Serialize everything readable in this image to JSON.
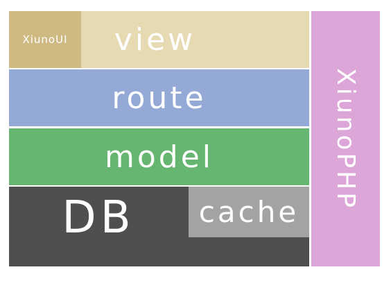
{
  "layers": {
    "xiunoui": "XiunoUI",
    "view": "view",
    "route": "route",
    "model": "model",
    "db": "DB",
    "cache": "cache",
    "xiunophp": "XiunoPHP"
  },
  "colors": {
    "view": "#e6dab2",
    "xiunoui": "#cfba84",
    "route": "#94a9d6",
    "model": "#66b571",
    "db": "#4f4f4f",
    "cache": "#a3a3a3",
    "xiunophp": "#dca6d9"
  }
}
